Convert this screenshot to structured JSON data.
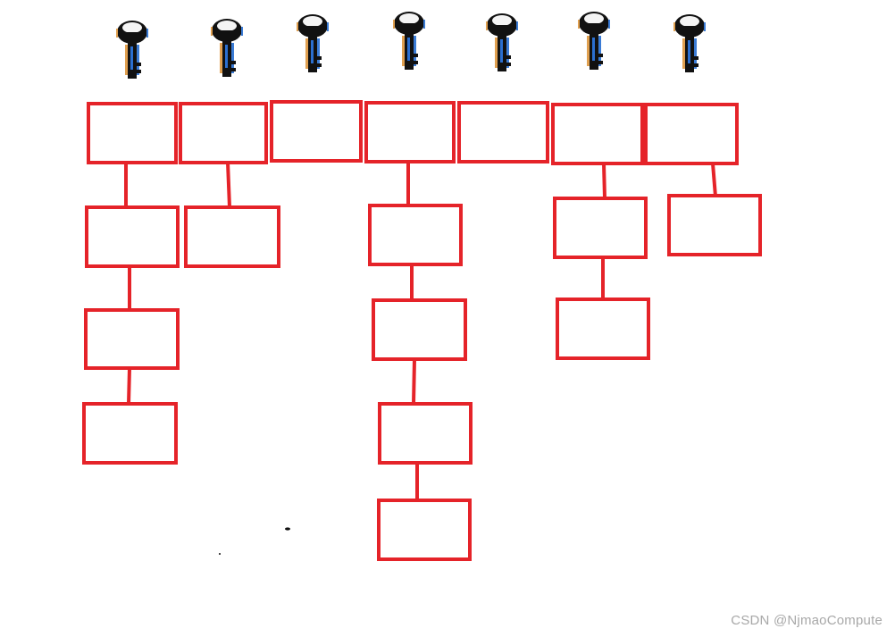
{
  "diagram": {
    "type": "hash-table-separate-chaining",
    "key_icon": "key-icon",
    "bucket_count": 7,
    "chain_lengths": [
      3,
      1,
      0,
      4,
      0,
      2,
      1
    ],
    "colors": {
      "box_stroke": "#e52329",
      "key_head": "#111111",
      "key_highlight": "#f2f2f2",
      "key_blue": "#3a7bd5",
      "key_gold": "#e0a050"
    }
  },
  "watermark": {
    "text": "CSDN @NjmaoCompute"
  }
}
